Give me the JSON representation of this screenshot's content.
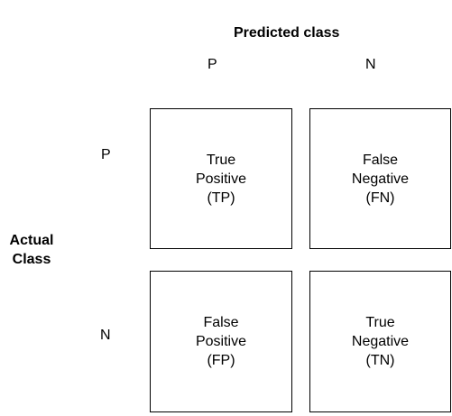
{
  "predicted_title": "Predicted class",
  "actual_title": [
    "Actual",
    "Class"
  ],
  "columns": [
    "P",
    "N"
  ],
  "rows": [
    "P",
    "N"
  ],
  "cells": {
    "tp": [
      "True",
      "Positive",
      "(TP)"
    ],
    "fn": [
      "False",
      "Negative",
      "(FN)"
    ],
    "fp": [
      "False",
      "Positive",
      "(FP)"
    ],
    "tn": [
      "True",
      "Negative",
      "(TN)"
    ]
  }
}
